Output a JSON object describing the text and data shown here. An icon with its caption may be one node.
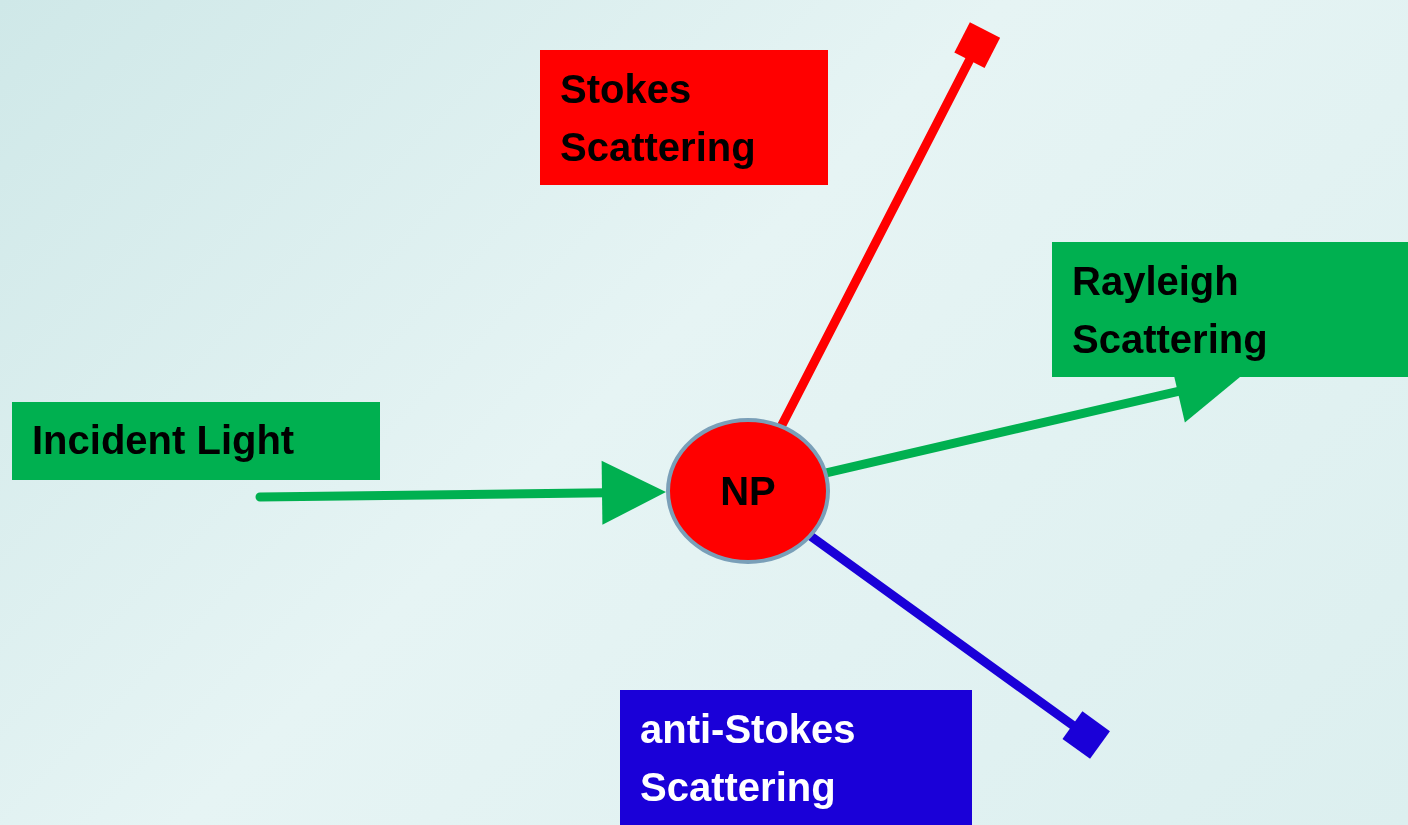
{
  "diagram": {
    "nodes": [
      {
        "text": [
          "Incident Light"
        ]
      },
      {
        "text": [
          "NP"
        ]
      },
      {
        "text": [
          "Stokes Scattering"
        ]
      },
      {
        "text": [
          "Rayleigh Scattering"
        ]
      },
      {
        "text": [
          "anti-Stokes Scattering"
        ]
      }
    ],
    "edges": [
      {
        "from": null,
        "to": 1,
        "arrow": "to"
      },
      {
        "from": 1,
        "to": null,
        "arrow": "other",
        "color": "#ff0000"
      },
      {
        "from": 1,
        "to": 3,
        "arrow": "to"
      },
      {
        "from": 1,
        "to": null,
        "arrow": "other",
        "color": "#1a00d8"
      }
    ]
  }
}
